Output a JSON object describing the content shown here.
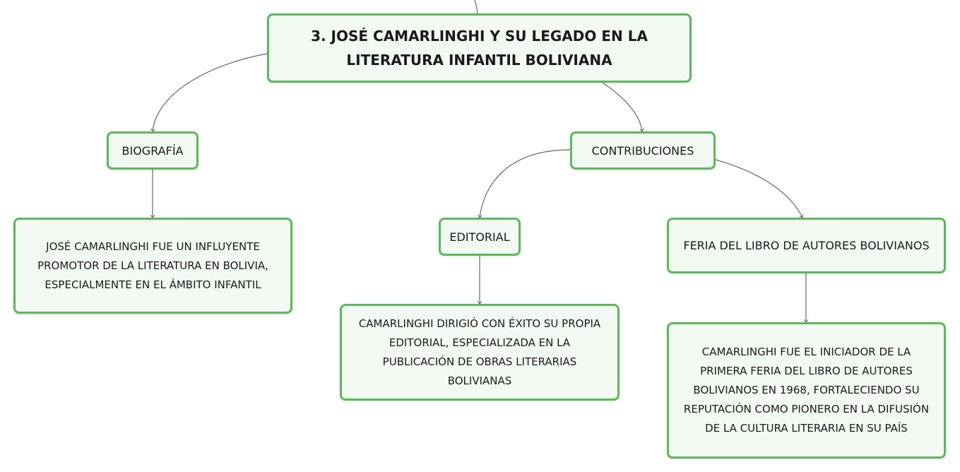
{
  "diagram": {
    "root": {
      "title": "3. JOSÉ CAMARLINGHI Y SU LEGADO EN LA LITERATURA INFANTIL BOLIVIANA"
    },
    "biografia": {
      "label": "BIOGRAFÍA",
      "detail": "JOSÉ CAMARLINGHI FUE UN INFLUYENTE PROMOTOR DE LA LITERATURA EN BOLIVIA, ESPECIALMENTE EN EL ÁMBITO INFANTIL"
    },
    "contribuciones": {
      "label": "CONTRIBUCIONES",
      "editorial": {
        "label": "EDITORIAL",
        "detail": "CAMARLINGHI DIRIGIÓ CON ÉXITO SU PROPIA EDITORIAL, ESPECIALIZADA EN LA PUBLICACIÓN DE OBRAS LITERARIAS BOLIVIANAS"
      },
      "feria": {
        "label": "FERIA DEL LIBRO DE AUTORES BOLIVIANOS",
        "detail": "CAMARLINGHI FUE EL INICIADOR DE LA PRIMERA FERIA DEL LIBRO DE AUTORES BOLIVIANOS EN 1968, FORTALECIENDO SU REPUTACIÓN COMO PIONERO EN LA DIFUSIÓN DE LA CULTURA LITERARIA EN SU PAÍS"
      }
    }
  },
  "colors": {
    "node_border": "#5cb85c",
    "node_fill": "#f3faf3",
    "connector": "#666666"
  }
}
